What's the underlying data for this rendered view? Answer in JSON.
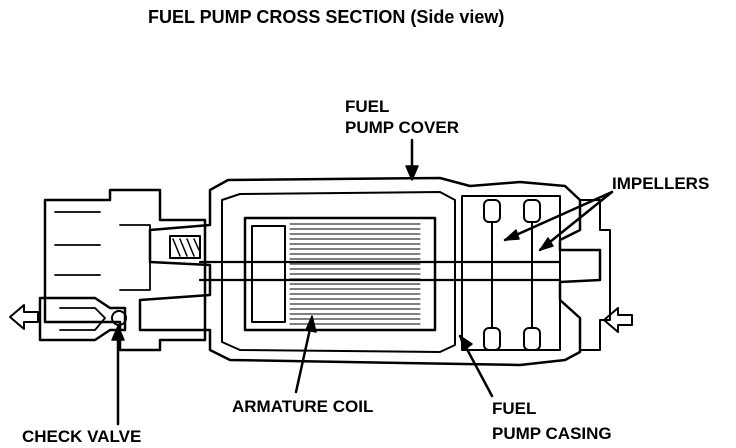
{
  "title": "FUEL PUMP CROSS SECTION (Side view)",
  "labels": {
    "fuel_pump_cover_line1": "FUEL",
    "fuel_pump_cover_line2": "PUMP COVER",
    "impellers": "IMPELLERS",
    "armature_coil": "ARMATURE COIL",
    "check_valve": "CHECK VALVE",
    "fuel_pump_casing_line1": "FUEL",
    "fuel_pump_casing_line2": "PUMP CASING"
  },
  "colors": {
    "ink": "#000000",
    "paper": "#ffffff"
  },
  "icons": {
    "inlet_arrow": "arrow-left-icon",
    "outlet_arrow": "arrow-left-icon"
  }
}
